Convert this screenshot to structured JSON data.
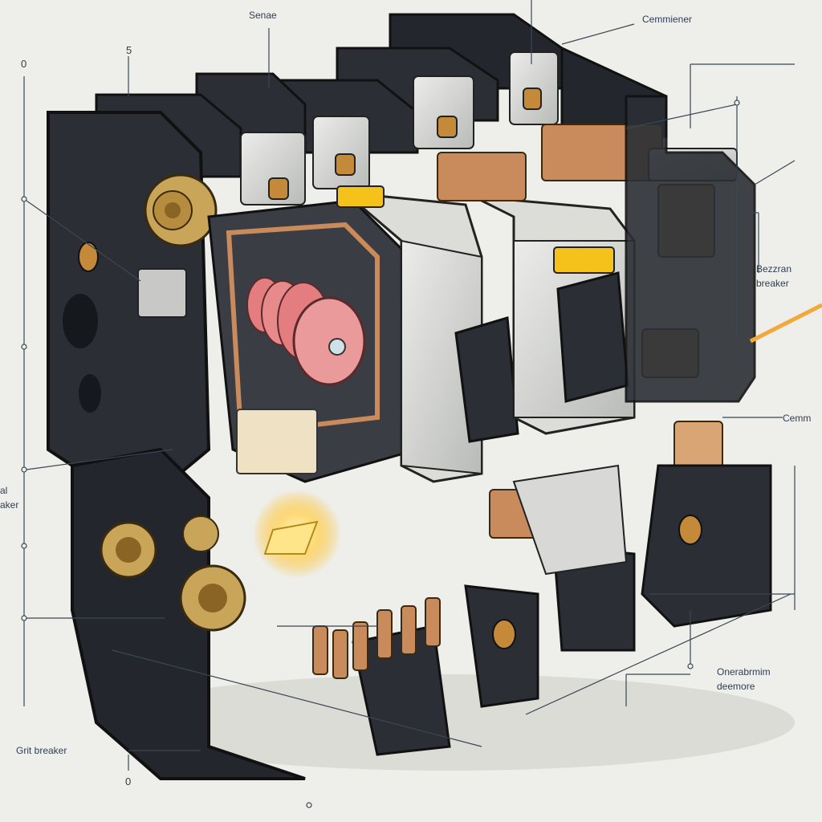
{
  "labels": {
    "top_center": "Senae",
    "top_right": "Cemmiener",
    "right_upper_line1": "Bezzran",
    "right_upper_line2": "breaker",
    "right_mid": "Cemm",
    "right_lower_line1": "Onerabrmim",
    "right_lower_line2": "deemore",
    "bottom_left": "Grit breaker",
    "left_cut_line1": "al",
    "left_cut_line2": "aker"
  },
  "marks": {
    "top_zero": "0",
    "top_five": "5",
    "bottom_zero": "0"
  },
  "colors": {
    "background": "#eeeeea",
    "housing": "#2b2f35",
    "housing_dark": "#1d2126",
    "module_grey": "#d8d9d6",
    "copper": "#c98a5c",
    "coil": "#e47d80",
    "brass": "#c9a55a",
    "yellow": "#f4c21a",
    "glow": "#ffd76a",
    "line": "#3c4654"
  }
}
